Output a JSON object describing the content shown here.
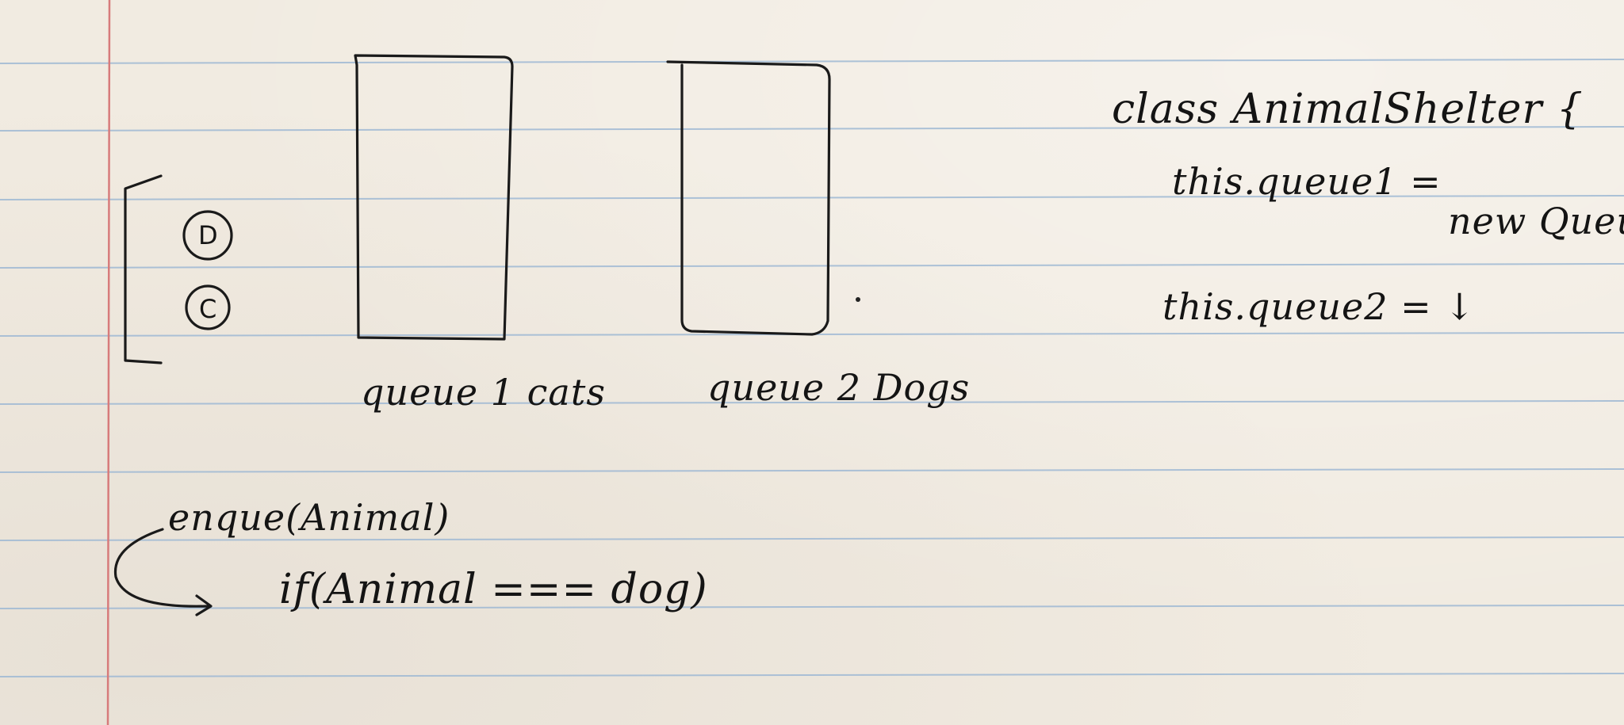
{
  "stack": {
    "item_top": "D",
    "item_bottom": "C"
  },
  "queues": {
    "queue1_label": "queue 1 cats",
    "queue2_label": "queue 2 Dogs"
  },
  "code": {
    "class_line": "class AnimalShelter {",
    "queue1_line": "this.queue1 =",
    "new_queue": "new Queue",
    "queue2_line": "this.queue2 = ↓"
  },
  "method": {
    "enqueue_line": "enque(Animal)",
    "condition_line": "if(Animal === dog)"
  }
}
